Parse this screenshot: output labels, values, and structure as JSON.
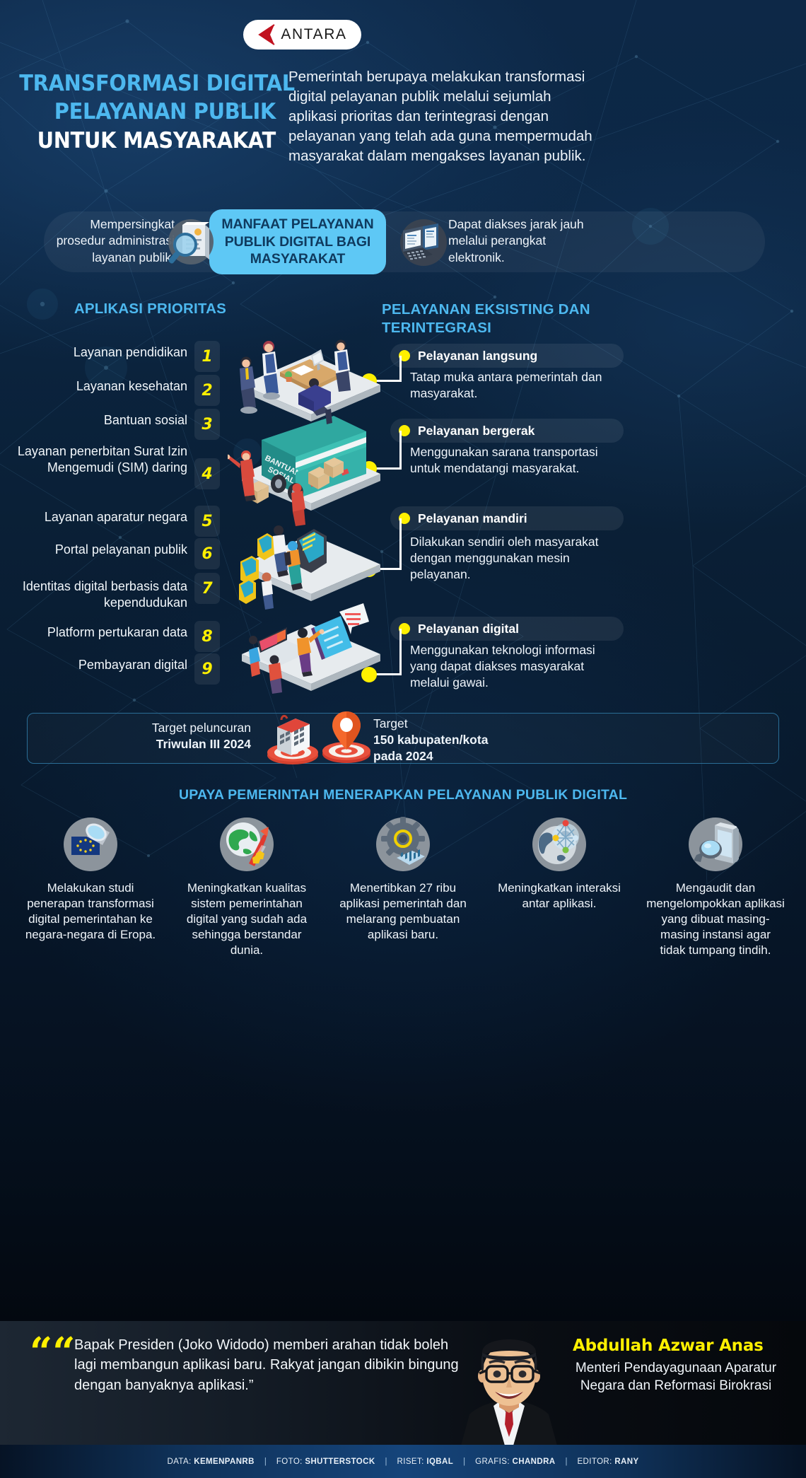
{
  "brand": {
    "logo_text": "ANTARA",
    "logo_icon": "antara-arrow-logo"
  },
  "headline": {
    "line1": "TRANSFORMASI DIGITAL",
    "line2": "PELAYANAN PUBLIK",
    "line3": "UNTUK MASYARAKAT"
  },
  "intro": "Pemerintah berupaya melakukan transformasi digital pelayanan publik melalui sejumlah aplikasi prioritas dan terintegrasi dengan pelayanan yang telah ada guna mempermudah masyarakat dalam mengakses layanan publik.",
  "benefits": {
    "center_title": "MANFAAT PELAYANAN PUBLIK DIGITAL BAGI MASYARAKAT",
    "left_text": "Mempersingkat prosedur administrasi layanan publik.",
    "right_text": "Dapat diakses jarak jauh melalui perangkat elektronik.",
    "left_icon": "document-magnifier-icon",
    "right_icon": "laptop-devices-icon"
  },
  "priority": {
    "heading": "APLIKASI PRIORITAS",
    "items": [
      {
        "num": "1",
        "label": "Layanan pendidikan"
      },
      {
        "num": "2",
        "label": "Layanan kesehatan"
      },
      {
        "num": "3",
        "label": "Bantuan sosial"
      },
      {
        "num": "4",
        "label": "Layanan penerbitan Surat Izin Mengemudi (SIM) daring"
      },
      {
        "num": "5",
        "label": "Layanan aparatur negara"
      },
      {
        "num": "6",
        "label": "Portal pelayanan publik"
      },
      {
        "num": "7",
        "label": "Identitas digital berbasis data kependudukan"
      },
      {
        "num": "8",
        "label": "Platform pertukaran data"
      },
      {
        "num": "9",
        "label": "Pembayaran digital"
      }
    ]
  },
  "existing": {
    "heading": "PELAYANAN EKSISTING DAN TERINTEGRASI",
    "items": [
      {
        "title": "Pelayanan langsung",
        "desc": "Tatap muka antara pemerintah dan masyarakat."
      },
      {
        "title": "Pelayanan bergerak",
        "desc": "Menggunakan sarana transportasi untuk mendatangi masyarakat."
      },
      {
        "title": "Pelayanan mandiri",
        "desc": "Dilakukan sendiri oleh masyarakat dengan menggunakan mesin pelayanan."
      },
      {
        "title": "Pelayanan digital",
        "desc": "Menggunakan teknologi informasi yang dapat diakses masyarakat melalui gawai."
      }
    ]
  },
  "illustration": {
    "truck_label_line1": "BANTUAN",
    "truck_label_line2": "SOSIAL"
  },
  "targets": {
    "left_label": "Target peluncuran",
    "left_value": "Triwulan III 2024",
    "left_icon": "calendar-target-icon",
    "right_label": "Target",
    "right_value_line1": "150 kabupaten/kota",
    "right_value_line2": "pada 2024",
    "right_icon": "map-pin-target-icon"
  },
  "efforts": {
    "heading": "UPAYA PEMERINTAH MENERAPKAN PELAYANAN PUBLIK DIGITAL",
    "items": [
      {
        "icon": "eu-flag-magnifier-icon",
        "caption": "Melakukan studi penerapan transformasi digital pemerintahan ke negara-negara di Eropa."
      },
      {
        "icon": "globe-rocket-star-icon",
        "caption": "Meningkatkan kualitas sistem pemerintahan digital yang sudah ada sehingga berstandar dunia."
      },
      {
        "icon": "gear-chart-icon",
        "caption": "Menertibkan 27 ribu aplikasi pemerintah dan melarang pembuatan aplikasi baru."
      },
      {
        "icon": "globe-network-nodes-icon",
        "caption": "Meningkatkan interaksi antar aplikasi."
      },
      {
        "icon": "phone-magnifier-icon",
        "caption": "Mengaudit dan mengelompokkan aplikasi yang dibuat masing-masing instansi agar tidak tumpang tindih."
      }
    ]
  },
  "quote": {
    "mark": "““",
    "text": "Bapak Presiden (Joko Widodo) memberi arahan tidak boleh lagi membangun aplikasi baru. Rakyat jangan dibikin bingung dengan banyaknya aplikasi.”",
    "speaker_name": "Abdullah Azwar Anas",
    "speaker_role": "Menteri Pendayagunaan Aparatur Negara dan Reformasi Birokrasi"
  },
  "credits": [
    {
      "label": "DATA:",
      "value": "KEMENPANRB"
    },
    {
      "label": "FOTO:",
      "value": "SHUTTERSTOCK"
    },
    {
      "label": "RISET:",
      "value": "IQBAL"
    },
    {
      "label": "GRAFIS:",
      "value": "CHANDRA"
    },
    {
      "label": "EDITOR:",
      "value": "RANY"
    }
  ],
  "colors": {
    "accent_blue": "#4db8ef",
    "cyan_panel": "#5ec8f5",
    "yellow": "#fff000",
    "bg_dark": "#0a1c33",
    "logo_red": "#c1121f"
  }
}
